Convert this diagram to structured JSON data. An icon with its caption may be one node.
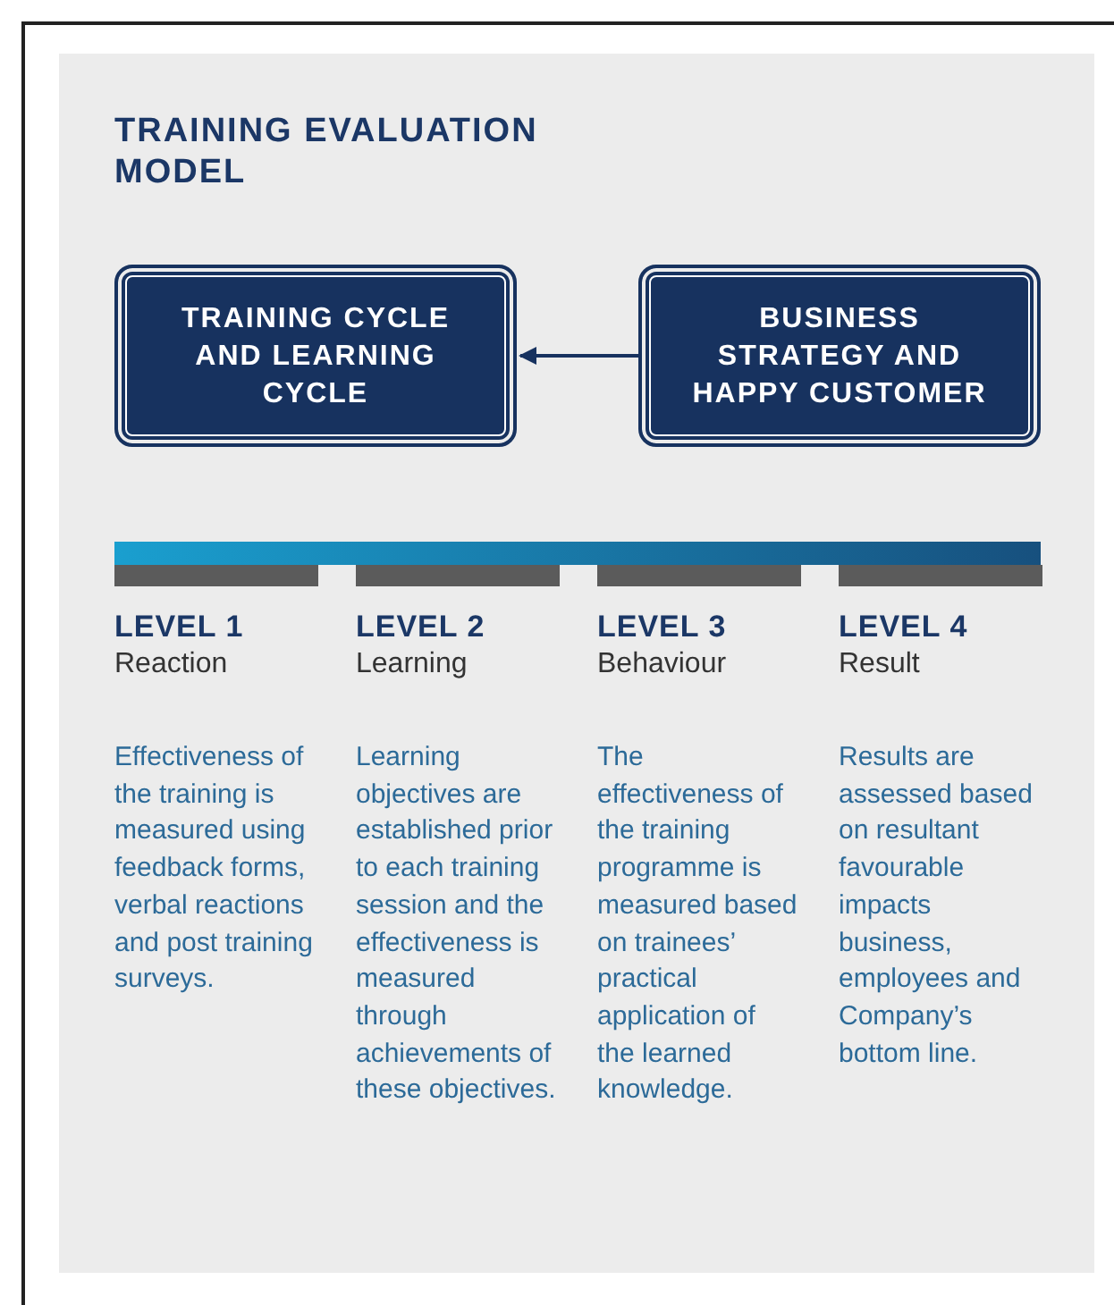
{
  "diagram": {
    "title": "TRAINING EVALUATION MODEL",
    "nodes": [
      {
        "text": [
          "TRAINING CYCLE AND LEARNING CYCLE"
        ]
      },
      {
        "text": [
          "BUSINESS STRATEGY AND HAPPY CUSTOMER"
        ]
      }
    ],
    "edges": [
      {
        "from": 1,
        "to": 0,
        "arrow": "to"
      }
    ],
    "labels": [
      "LEVEL 1",
      "Reaction",
      "Effectiveness of the training is measured using feedback forms, verbal reactions and post training surveys.",
      "LEVEL 2",
      "Learning",
      "Learning objectives are established prior to each training session and the effectiveness is measured through achievements of these objectives.",
      "LEVEL 3",
      "Behaviour",
      "The effectiveness of the training programme is measured based on trainees’ practical application of the learned knowledge.",
      "LEVEL 4",
      "Result",
      "Results are assessed based on resultant favourable impacts business, employees and Company’s bottom line."
    ]
  }
}
